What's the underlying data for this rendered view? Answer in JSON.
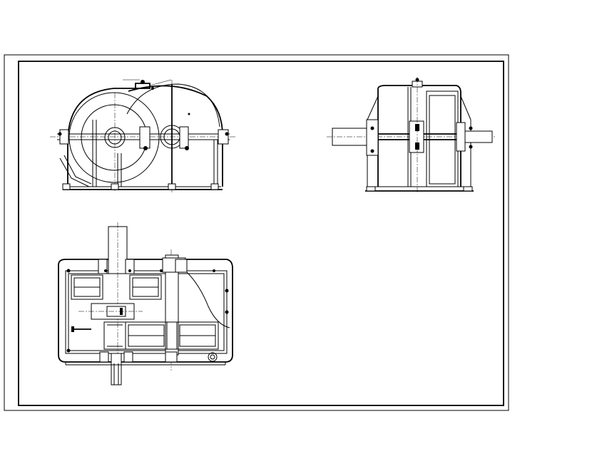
{
  "drawing": {
    "views": [
      "front-elevation",
      "side-elevation",
      "plan-section"
    ],
    "line_color": "#000000",
    "background_color": "#ffffff"
  }
}
